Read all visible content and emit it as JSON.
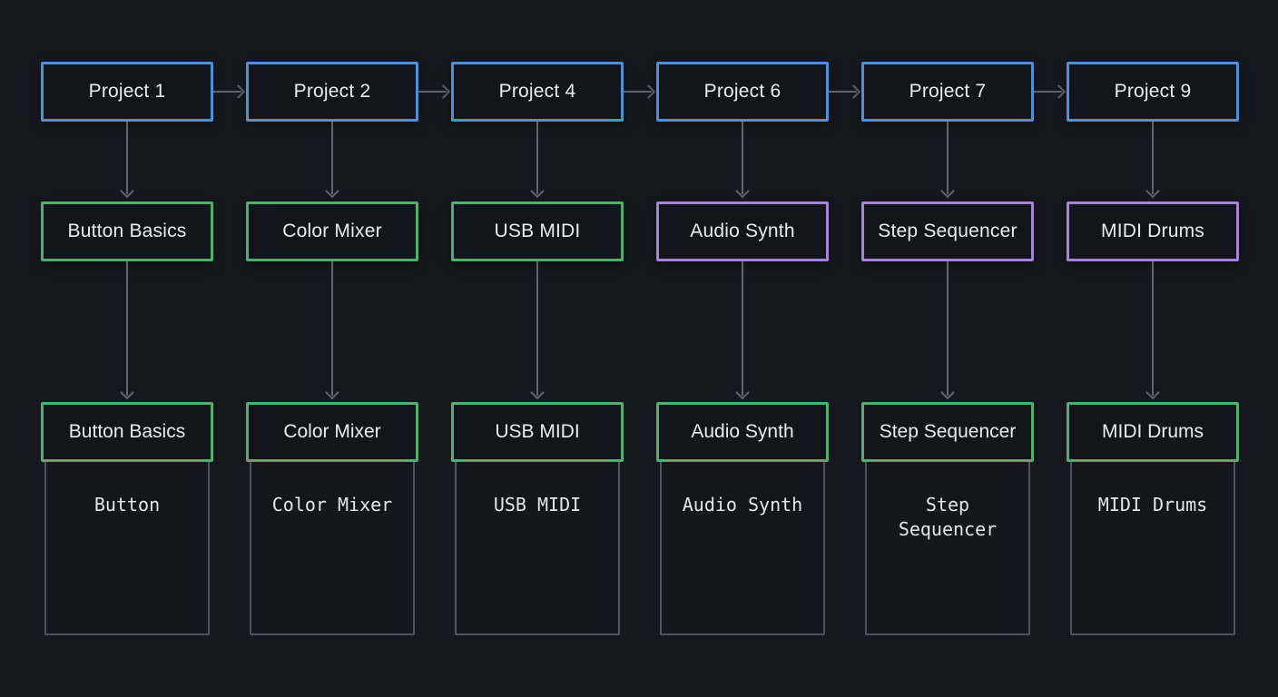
{
  "palette": {
    "background": "#15181f",
    "box_fill": "#12151b",
    "project_border": "#4e90d8",
    "green_border": "#53ad6c",
    "purple_border": "#a884d8",
    "arrow": "#5d6570",
    "card_border": "#4d5562",
    "text": "#e9ebee"
  },
  "columns": [
    {
      "project": "Project 1",
      "lesson": "Button Basics",
      "card_title": "Button Basics",
      "card_body": "Button",
      "category": "green",
      "has_next_arrow": true
    },
    {
      "project": "Project 2",
      "lesson": "Color Mixer",
      "card_title": "Color Mixer",
      "card_body": "Color Mixer",
      "category": "green",
      "has_next_arrow": true
    },
    {
      "project": "Project 4",
      "lesson": "USB MIDI",
      "card_title": "USB MIDI",
      "card_body": "USB MIDI",
      "category": "green",
      "has_next_arrow": true
    },
    {
      "project": "Project 6",
      "lesson": "Audio Synth",
      "card_title": "Audio Synth",
      "card_body": "Audio Synth",
      "category": "purple",
      "has_next_arrow": true
    },
    {
      "project": "Project 7",
      "lesson": "Step Sequencer",
      "card_title": "Step Sequencer",
      "card_body": "Step Sequencer",
      "category": "purple",
      "has_next_arrow": true
    },
    {
      "project": "Project 9",
      "lesson": "MIDI Drums",
      "card_title": "MIDI Drums",
      "card_body": "MIDI Drums",
      "category": "purple",
      "has_next_arrow": false
    }
  ]
}
